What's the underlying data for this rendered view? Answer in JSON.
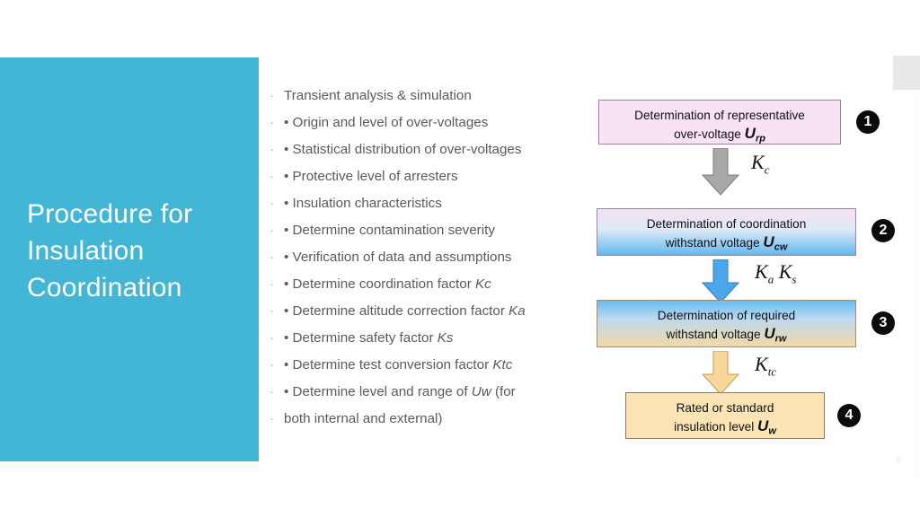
{
  "slide": {
    "title": "Procedure for\nInsulation\nCoordination",
    "accent_color": "#42b6d4",
    "body_text_color": "#5b5b5b"
  },
  "bullets": {
    "marker": "·",
    "items": [
      {
        "text": "Transient analysis & simulation",
        "sub": false
      },
      {
        "text": "• Origin and level of over-voltages",
        "sub": true
      },
      {
        "text": "• Statistical distribution of over-voltages",
        "sub": true
      },
      {
        "text": "• Protective level of arresters",
        "sub": true
      },
      {
        "text": "• Insulation characteristics",
        "sub": true
      },
      {
        "text": "• Determine contamination severity",
        "sub": true
      },
      {
        "text": "• Verification of data and assumptions",
        "sub": true
      },
      {
        "text": "• Determine coordination factor Kc",
        "sub": true
      },
      {
        "text": "• Determine altitude correction factor Ka",
        "sub": true
      },
      {
        "text": "• Determine safety factor Ks",
        "sub": true
      },
      {
        "text": "• Determine test conversion factor Ktc",
        "sub": true
      },
      {
        "text": "• Determine level and range of Uw (for",
        "sub": true
      },
      {
        "text": "both internal and external)",
        "sub": false
      }
    ]
  },
  "diagram": {
    "title": "insulation coordination procedure flowchart",
    "boxes": [
      {
        "number": "❶",
        "badge": "1",
        "line1": "Determination of representative",
        "line2_prefix": "over-voltage ",
        "symbol": "U",
        "subscript": "rp",
        "fill": "#f8e2f3"
      },
      {
        "number": "❷",
        "badge": "2",
        "line1": "Determination of coordination",
        "line2_prefix": "withstand voltage ",
        "symbol": "U",
        "subscript": "cw",
        "fill": "pink-to-blue gradient"
      },
      {
        "number": "❸",
        "badge": "3",
        "line1": "Determination of required",
        "line2_prefix": "withstand voltage ",
        "symbol": "U",
        "subscript": "rw",
        "fill": "blue-to-orange gradient"
      },
      {
        "number": "❹",
        "badge": "4",
        "line1": "Rated or standard",
        "line2_prefix": "insulation level ",
        "symbol": "U",
        "subscript": "w",
        "fill": "#fae3b5"
      }
    ],
    "arrows": [
      {
        "color": "#a8a8a8",
        "label_base": "K",
        "label_sub": "c"
      },
      {
        "color": "#4da6e8",
        "label_base": "K",
        "label_sub": "a",
        "label_base2": "K",
        "label_sub2": "s"
      },
      {
        "color": "#f7d79a",
        "label_base": "K",
        "label_sub": "tc"
      }
    ]
  }
}
